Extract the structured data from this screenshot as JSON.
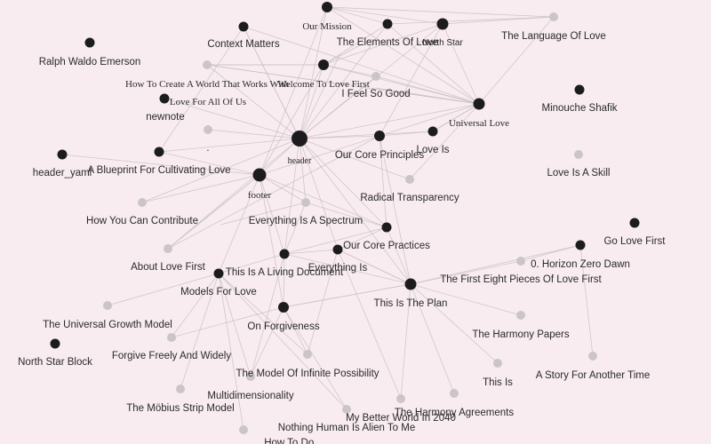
{
  "graph": {
    "nodes": [
      {
        "id": "our-mission",
        "label": "Our Mission",
        "kind": "dark",
        "serif": true
      },
      {
        "id": "context-matters",
        "label": "Context Matters",
        "kind": "dark"
      },
      {
        "id": "elements-of-love",
        "label": "The Elements Of Love",
        "kind": "dark"
      },
      {
        "id": "north-star",
        "label": "North Star",
        "kind": "dark",
        "small": true
      },
      {
        "id": "language-of-love",
        "label": "The Language Of Love",
        "kind": "light"
      },
      {
        "id": "ralph",
        "label": "Ralph Waldo Emerson",
        "kind": "dark"
      },
      {
        "id": "create-world",
        "label": "How To Create A World That Works With",
        "kind": "light",
        "serif": true
      },
      {
        "id": "welcome",
        "label": "Welcome To Love First",
        "kind": "dark",
        "serif": true
      },
      {
        "id": "feel-so-good",
        "label": "I Feel So Good",
        "kind": "light"
      },
      {
        "id": "minouche",
        "label": "Minouche Shafik",
        "kind": "dark"
      },
      {
        "id": "love-for-all",
        "label": "Love For All Of Us",
        "kind": "dark",
        "serif": true
      },
      {
        "id": "universal-love",
        "label": "Universal Love",
        "kind": "dark",
        "serif": true
      },
      {
        "id": "newnote",
        "label": "newnote",
        "kind": "light"
      },
      {
        "id": "dot-note",
        "label": ".",
        "kind": "light"
      },
      {
        "id": "header",
        "label": "header",
        "kind": "dark",
        "serif": true,
        "small": true
      },
      {
        "id": "core-principles",
        "label": "Our Core Principles",
        "kind": "dark"
      },
      {
        "id": "love-is",
        "label": "Love Is",
        "kind": "dark"
      },
      {
        "id": "header-yaml",
        "label": "header_yaml",
        "kind": "dark"
      },
      {
        "id": "blueprint",
        "label": "A Blueprint For Cultivating Love",
        "kind": "dark"
      },
      {
        "id": "love-is-skill",
        "label": "Love Is A Skill",
        "kind": "light"
      },
      {
        "id": "footer",
        "label": "footer",
        "kind": "dark",
        "serif": true
      },
      {
        "id": "radical-transparency",
        "label": "Radical Transparency",
        "kind": "light"
      },
      {
        "id": "contribute",
        "label": "How You Can Contribute",
        "kind": "light"
      },
      {
        "id": "spectrum",
        "label": "Everything Is A Spectrum",
        "kind": "light"
      },
      {
        "id": "go-love-first",
        "label": "Go Love First",
        "kind": "dark"
      },
      {
        "id": "core-practices",
        "label": "Our Core Practices",
        "kind": "dark"
      },
      {
        "id": "horizon-zero",
        "label": "0. Horizon Zero Dawn",
        "kind": "dark"
      },
      {
        "id": "about-love-first",
        "label": "About Love First",
        "kind": "light"
      },
      {
        "id": "everything-is",
        "label": "Everything Is",
        "kind": "dark"
      },
      {
        "id": "living-document",
        "label": "This Is A Living Document",
        "kind": "dark"
      },
      {
        "id": "first-eight",
        "label": "The First Eight Pieces Of Love First",
        "kind": "light"
      },
      {
        "id": "models-for-love",
        "label": "Models For Love",
        "kind": "dark"
      },
      {
        "id": "this-is-the-plan",
        "label": "This Is The Plan",
        "kind": "dark"
      },
      {
        "id": "on-forgiveness",
        "label": "On Forgiveness",
        "kind": "dark"
      },
      {
        "id": "universal-growth",
        "label": "The Universal Growth Model",
        "kind": "light"
      },
      {
        "id": "harmony-papers",
        "label": "The Harmony Papers",
        "kind": "light"
      },
      {
        "id": "north-star-block",
        "label": "North Star Block",
        "kind": "dark"
      },
      {
        "id": "forgive-freely",
        "label": "Forgive Freely And Widely",
        "kind": "light"
      },
      {
        "id": "story-another-time",
        "label": "A Story For Another Time",
        "kind": "light"
      },
      {
        "id": "infinite-possibility",
        "label": "The Model Of Infinite Possibility",
        "kind": "light"
      },
      {
        "id": "this-is",
        "label": "This Is",
        "kind": "light"
      },
      {
        "id": "multidimensionality",
        "label": "Multidimensionality",
        "kind": "light"
      },
      {
        "id": "mobius",
        "label": "The Möbius Strip Model",
        "kind": "light"
      },
      {
        "id": "harmony-agreements",
        "label": "The Harmony Agreements",
        "kind": "light"
      },
      {
        "id": "better-world",
        "label": "My Better World In 2040",
        "kind": "light"
      },
      {
        "id": "nothing-human",
        "label": "Nothing Human Is Alien To Me",
        "kind": "light"
      },
      {
        "id": "how-to-cut",
        "label": "How To Do...",
        "kind": "light"
      },
      {
        "id": "hidden-1",
        "label": "",
        "kind": "light"
      },
      {
        "id": "hidden-2",
        "label": "",
        "kind": "light"
      },
      {
        "id": "hidden-3",
        "label": "",
        "kind": "light"
      },
      {
        "id": "hidden-4",
        "label": "",
        "kind": "light"
      }
    ]
  }
}
